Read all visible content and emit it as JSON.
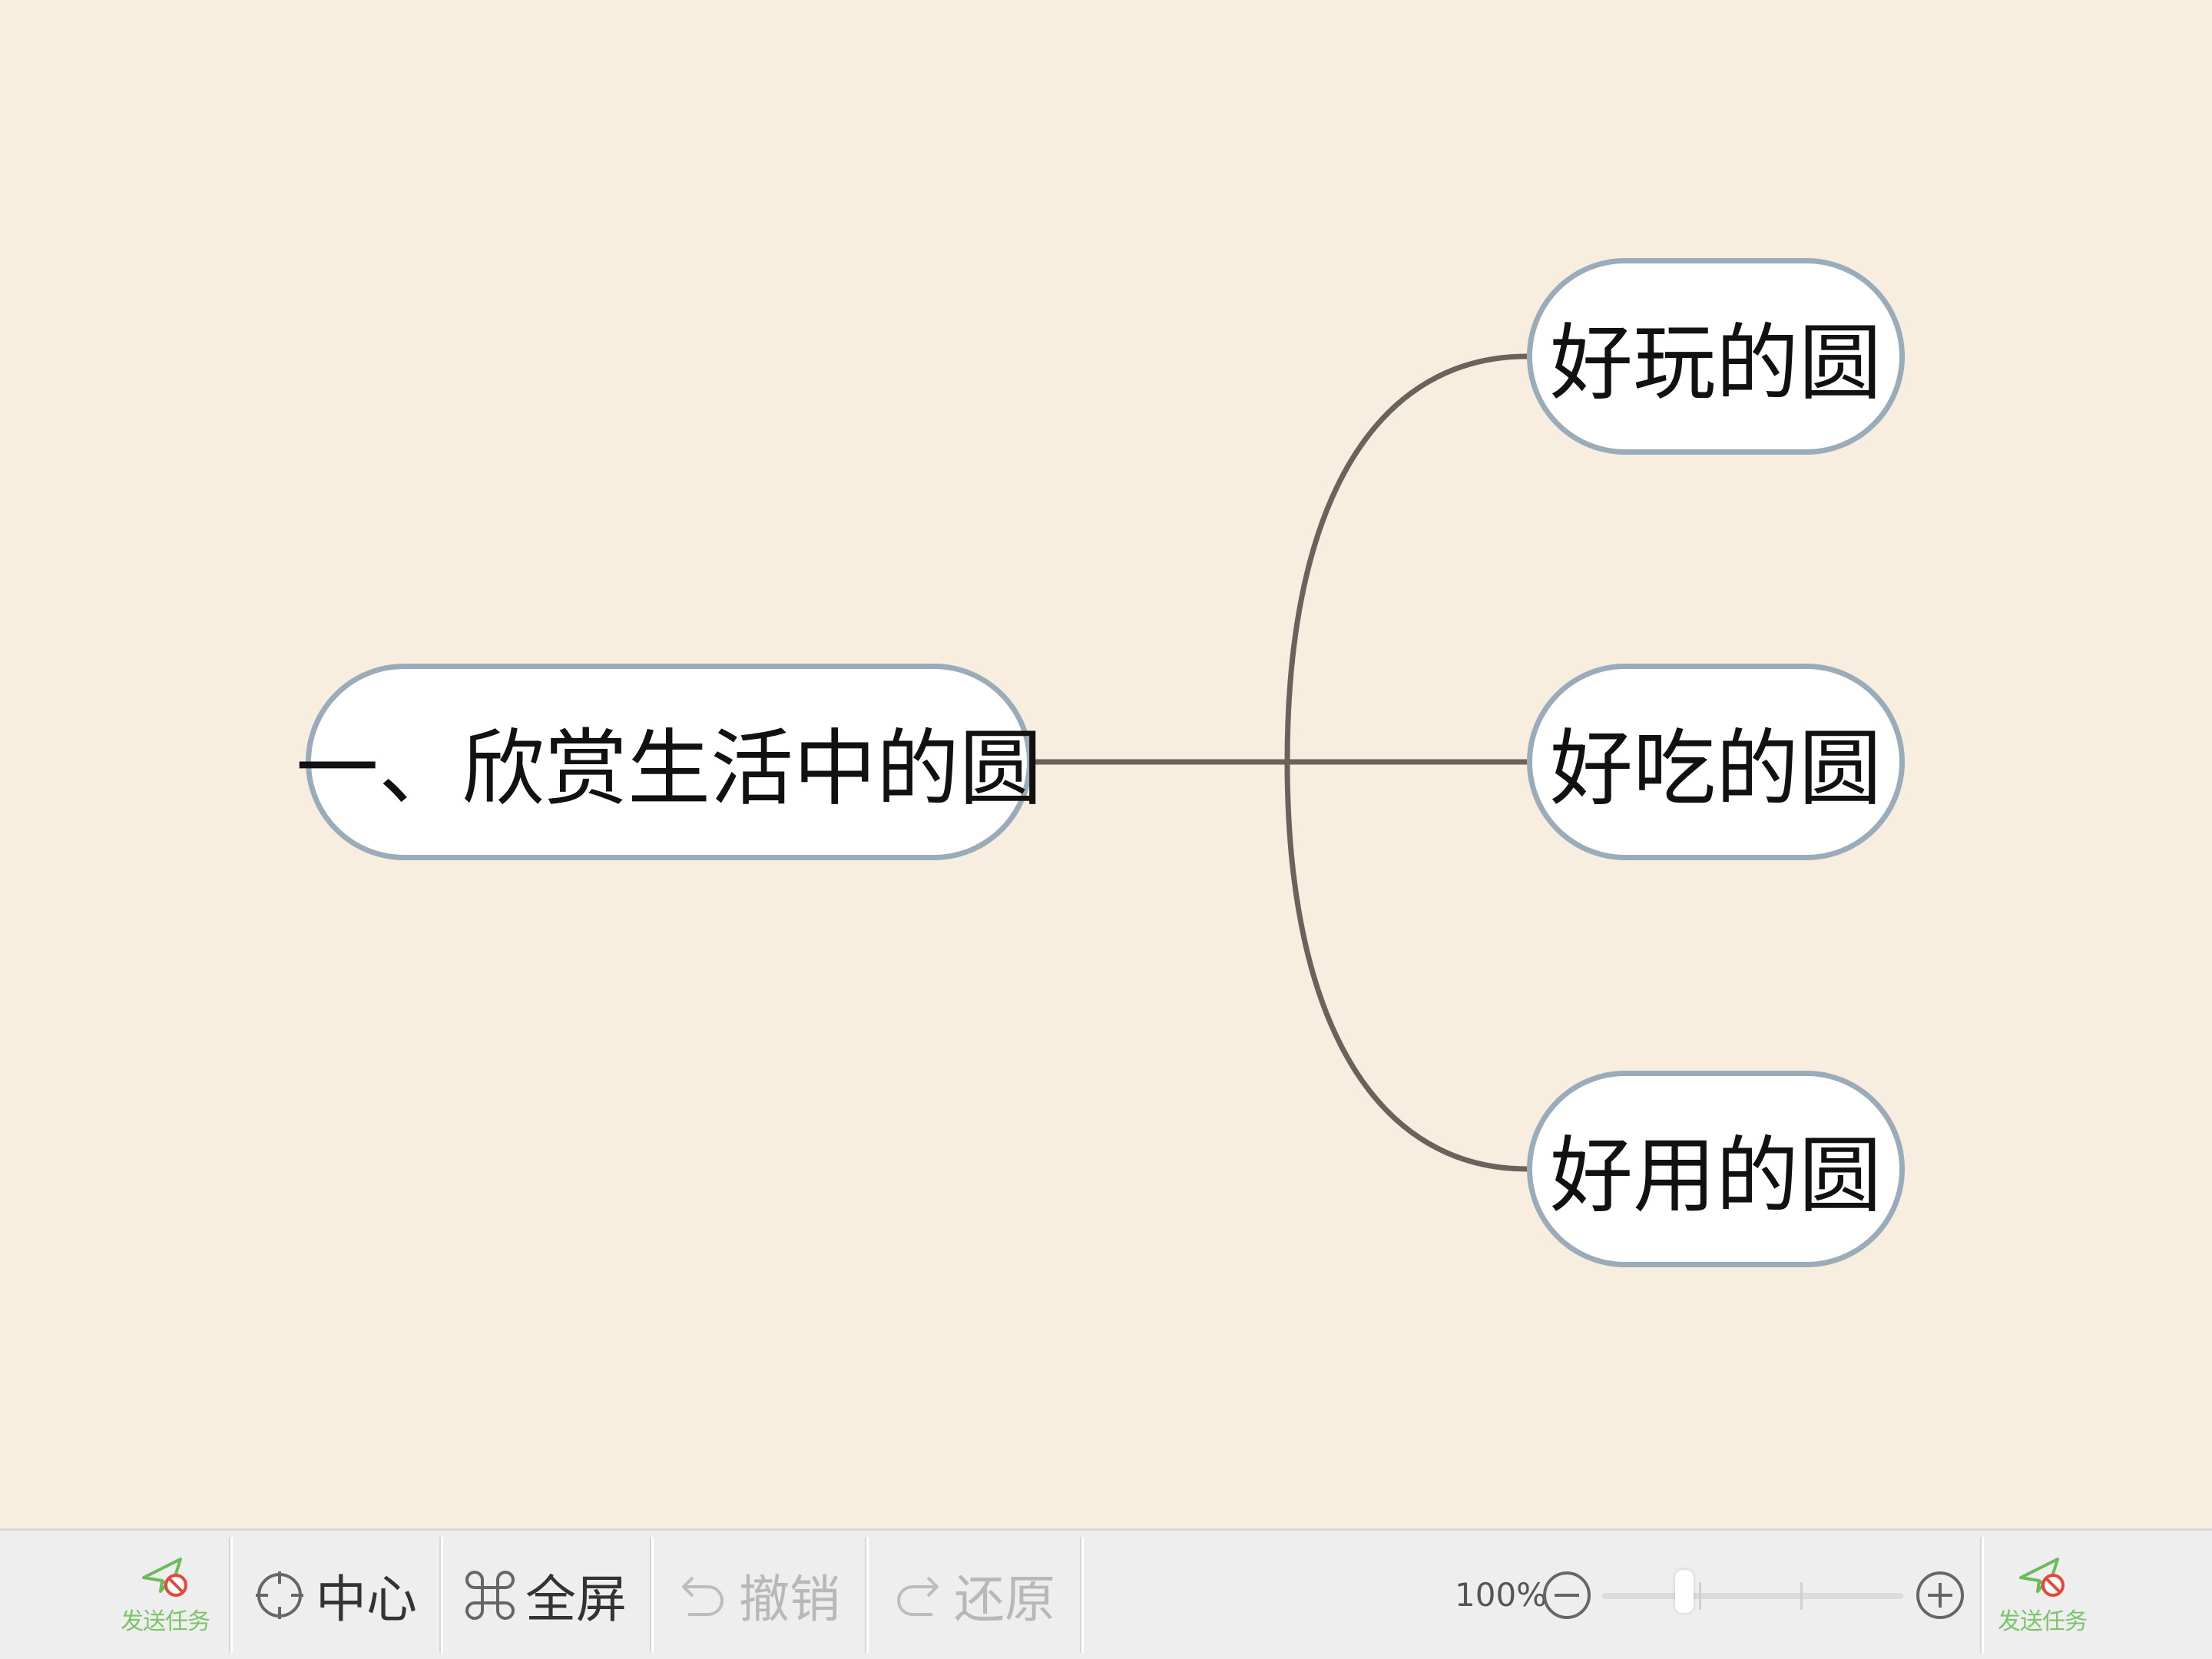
{
  "mindmap": {
    "root": {
      "label": "一、欣赏生活中的圆"
    },
    "children": [
      {
        "label": "好玩的圆"
      },
      {
        "label": "好吃的圆"
      },
      {
        "label": "好用的圆"
      }
    ],
    "colors": {
      "background": "#f8eee0",
      "node_fill": "#ffffff",
      "node_border": "#9aabb9",
      "connector": "#6b625b"
    }
  },
  "toolbar": {
    "send_task_left": {
      "label": "发送任务",
      "icon": "paper-plane-no-icon"
    },
    "center": {
      "label": "中心",
      "icon": "crosshair-icon"
    },
    "fullscreen": {
      "label": "全屏",
      "icon": "command-key-icon"
    },
    "undo": {
      "label": "撤销",
      "icon": "undo-arrow-icon",
      "enabled": false
    },
    "redo": {
      "label": "还原",
      "icon": "redo-arrow-icon",
      "enabled": false
    },
    "zoom": {
      "percent_label": "100%",
      "level_percent": 100
    },
    "send_task_right": {
      "label": "发送任务",
      "icon": "paper-plane-no-icon"
    }
  }
}
